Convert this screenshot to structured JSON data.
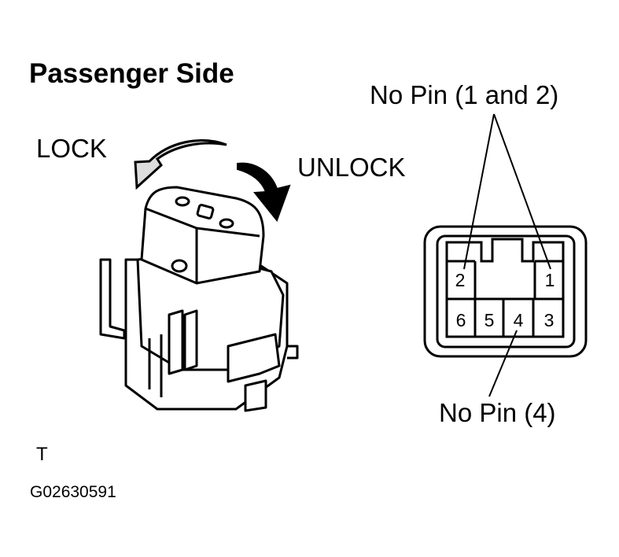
{
  "title": "Passenger Side",
  "labels": {
    "lock": "LOCK",
    "unlock": "UNLOCK",
    "no_pin_top": "No Pin (1 and 2)",
    "no_pin_bottom": "No Pin (4)"
  },
  "connector": {
    "top_row": [
      "2",
      "1"
    ],
    "bottom_row": [
      "6",
      "5",
      "4",
      "3"
    ]
  },
  "footer": {
    "mark": "T",
    "code": "G02630591"
  }
}
